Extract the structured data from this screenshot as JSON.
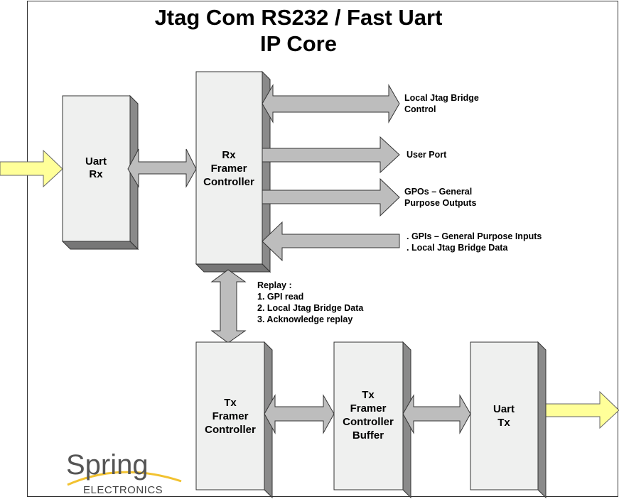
{
  "title": {
    "line1": "Jtag Com RS232 / Fast Uart",
    "line2": "IP Core"
  },
  "blocks": {
    "uart_rx": [
      "Uart",
      "Rx"
    ],
    "rx_framer": [
      "Rx",
      "Framer",
      "Controller"
    ],
    "tx_framer": [
      "Tx",
      "Framer",
      "Controller"
    ],
    "tx_buffer": [
      "Tx",
      "Framer",
      "Controller",
      "Buffer"
    ],
    "uart_tx": [
      "Uart",
      "Tx"
    ]
  },
  "ports": {
    "local_jtag_control": [
      "Local Jtag Bridge",
      "Control"
    ],
    "user_port": "User Port",
    "gpos": [
      "GPOs – General",
      "Purpose Outputs"
    ],
    "gpis": [
      ". GPIs – General Purpose Inputs",
      ". Local Jtag Bridge Data"
    ]
  },
  "replay": {
    "heading": "Replay :",
    "items": [
      "1. GPI read",
      "2. Local Jtag Bridge Data",
      "3. Acknowledge replay"
    ]
  },
  "logo": {
    "name": "Spring",
    "sub": "ELECTRONICS"
  },
  "colors": {
    "block": "#eff0ef",
    "arrow": "#bdbdbd",
    "io_arrow": "#ffff99"
  }
}
